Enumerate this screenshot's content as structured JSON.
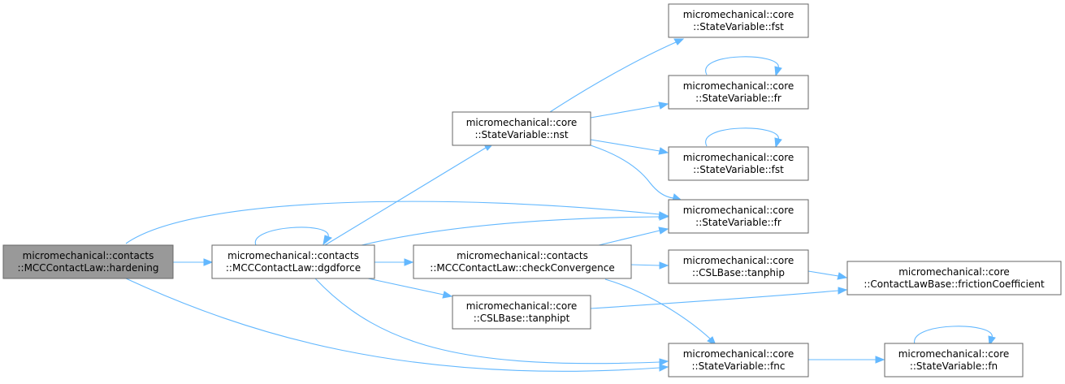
{
  "nodes": {
    "hardening": {
      "lines": [
        "micromechanical::contacts",
        "::MCCContactLaw::hardening"
      ],
      "root": true
    },
    "dgdforce": {
      "lines": [
        "micromechanical::contacts",
        "::MCCContactLaw::dgdforce"
      ]
    },
    "nst": {
      "lines": [
        "micromechanical::core",
        "::StateVariable::nst"
      ]
    },
    "fst_top": {
      "lines": [
        "micromechanical::core",
        "::StateVariable::fst"
      ]
    },
    "fr_top": {
      "lines": [
        "micromechanical::core",
        "::StateVariable::fr"
      ]
    },
    "fst_mid": {
      "lines": [
        "micromechanical::core",
        "::StateVariable::fst"
      ]
    },
    "fr_mid": {
      "lines": [
        "micromechanical::core",
        "::StateVariable::fr"
      ]
    },
    "checkConvergence": {
      "lines": [
        "micromechanical::contacts",
        "::MCCContactLaw::checkConvergence"
      ]
    },
    "tanphip": {
      "lines": [
        "micromechanical::core",
        "::CSLBase::tanphip"
      ]
    },
    "frictionCoefficient": {
      "lines": [
        "micromechanical::core",
        "::ContactLawBase::frictionCoefficient"
      ]
    },
    "tanphipt": {
      "lines": [
        "micromechanical::core",
        "::CSLBase::tanphipt"
      ]
    },
    "fnc": {
      "lines": [
        "micromechanical::core",
        "::StateVariable::fnc"
      ]
    },
    "fn": {
      "lines": [
        "micromechanical::core",
        "::StateVariable::fn"
      ]
    }
  },
  "edges": [
    [
      "hardening",
      "dgdforce"
    ],
    [
      "hardening",
      "fr_mid"
    ],
    [
      "hardening",
      "fnc"
    ],
    [
      "dgdforce",
      "dgdforce"
    ],
    [
      "dgdforce",
      "nst"
    ],
    [
      "dgdforce",
      "fr_mid"
    ],
    [
      "dgdforce",
      "checkConvergence"
    ],
    [
      "dgdforce",
      "tanphipt"
    ],
    [
      "dgdforce",
      "fnc"
    ],
    [
      "nst",
      "fst_top"
    ],
    [
      "nst",
      "fr_top"
    ],
    [
      "nst",
      "fst_mid"
    ],
    [
      "nst",
      "fr_mid"
    ],
    [
      "fr_top",
      "fr_top"
    ],
    [
      "fst_mid",
      "fst_mid"
    ],
    [
      "checkConvergence",
      "fr_mid"
    ],
    [
      "checkConvergence",
      "tanphip"
    ],
    [
      "checkConvergence",
      "fnc"
    ],
    [
      "tanphip",
      "frictionCoefficient"
    ],
    [
      "tanphipt",
      "frictionCoefficient"
    ],
    [
      "fnc",
      "fn"
    ],
    [
      "fn",
      "fn"
    ]
  ]
}
